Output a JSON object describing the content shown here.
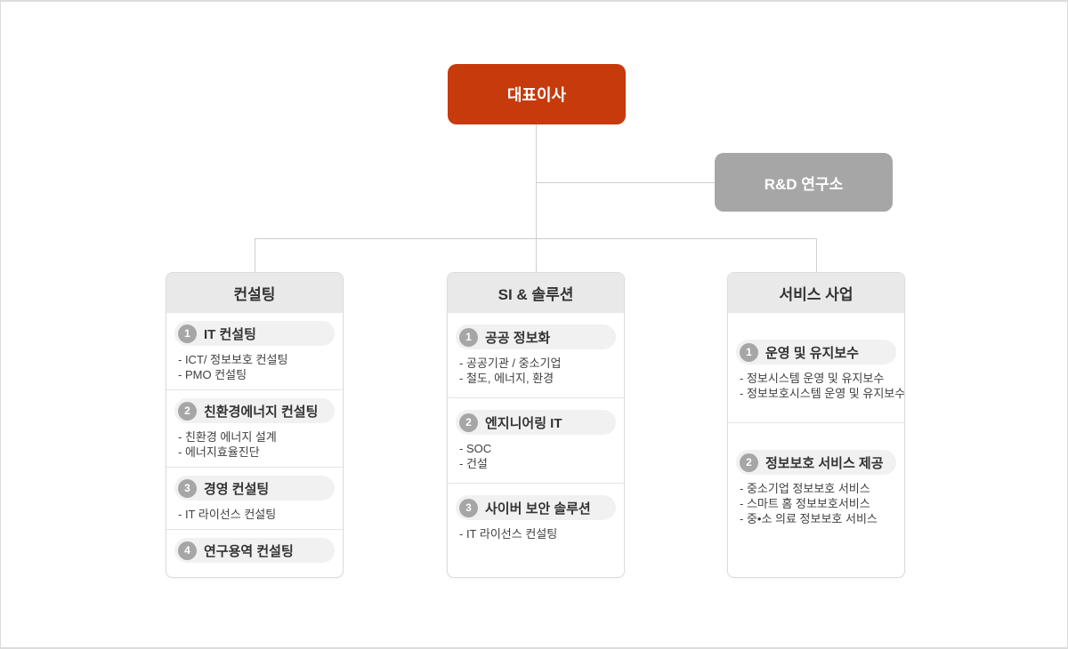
{
  "root": {
    "label": "대표이사",
    "color": "#c73a0c"
  },
  "rnd": {
    "label": "R&D 연구소",
    "color": "#a6a6a6"
  },
  "columns": [
    {
      "title": "컨설팅",
      "sections": [
        {
          "num": "1",
          "title": "IT 컨설팅",
          "items": [
            "- ICT/ 정보보호 컨설팅",
            "- PMO 컨설팅"
          ]
        },
        {
          "num": "2",
          "title": "친환경에너지 컨설팅",
          "items": [
            "- 친환경 에너지 설계",
            "- 에너지효율진단"
          ]
        },
        {
          "num": "3",
          "title": "경영 컨설팅",
          "items": [
            "- IT 라이선스 컨설팅"
          ]
        },
        {
          "num": "4",
          "title": "연구용역 컨설팅",
          "items": []
        }
      ]
    },
    {
      "title": "SI & 솔루션",
      "sections": [
        {
          "num": "1",
          "title": "공공 정보화",
          "items": [
            "- 공공기관 / 중소기업",
            "- 철도, 에너지, 환경"
          ]
        },
        {
          "num": "2",
          "title": "엔지니어링 IT",
          "items": [
            "- SOC",
            "- 건설"
          ]
        },
        {
          "num": "3",
          "title": "사이버 보안 솔루션",
          "items": [
            "- IT 라이선스 컨설팅"
          ]
        }
      ]
    },
    {
      "title": "서비스 사업",
      "sections": [
        {
          "num": "1",
          "title": "운영 및 유지보수",
          "items": [
            "- 정보시스템 운영 및 유지보수",
            "- 정보보호시스템 운영 및 유지보수"
          ]
        },
        {
          "num": "2",
          "title": "정보보호 서비스 제공",
          "items": [
            "- 중소기업 정보보호 서비스",
            "- 스마트 홈 정보보호서비스",
            "- 중•소 의료 정보보호 서비스"
          ]
        }
      ]
    }
  ]
}
